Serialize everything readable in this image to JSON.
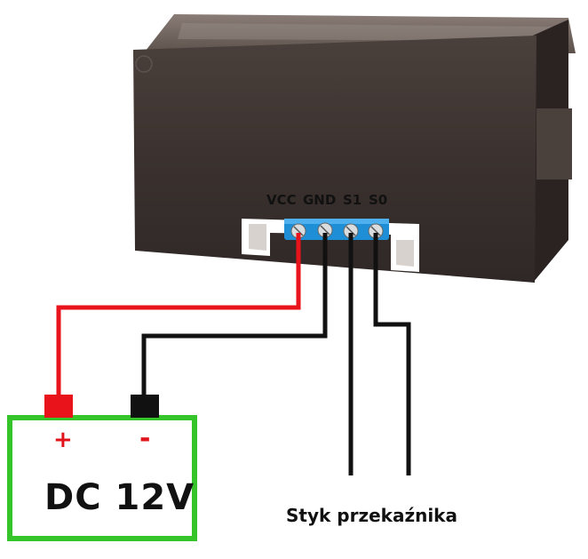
{
  "module": {
    "pins": [
      "VCC",
      "GND",
      "S1",
      "S0"
    ]
  },
  "power_supply": {
    "label": "DC 12V",
    "plus_symbol": "+",
    "minus_symbol": "-"
  },
  "relay_label": "Styk przekaźnika",
  "colors": {
    "positive_wire": "#e8131b",
    "negative_wire": "#111111",
    "psu_border": "#35c52a",
    "terminal_block": "#1e8fd6",
    "module_body": "#3d3330"
  }
}
